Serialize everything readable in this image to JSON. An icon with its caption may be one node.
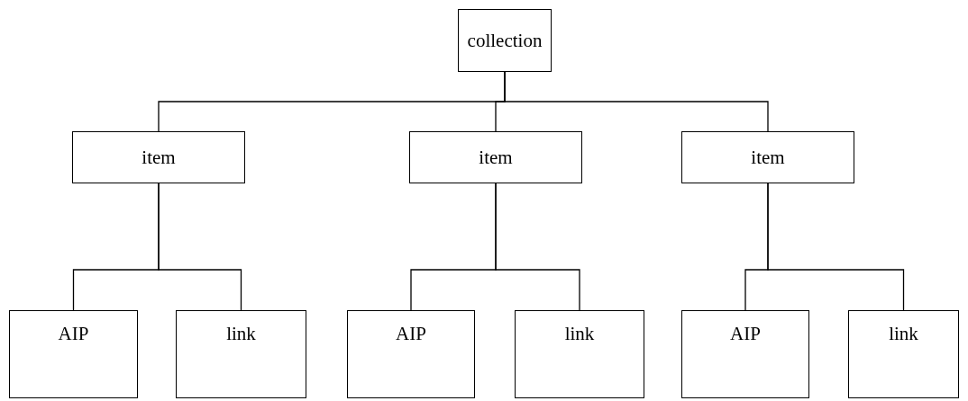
{
  "diagram": {
    "nodes": [
      {
        "text": [
          "collection"
        ]
      },
      {
        "text": [
          "item"
        ]
      },
      {
        "text": [
          "item"
        ]
      },
      {
        "text": [
          "item"
        ]
      },
      {
        "text": [
          "AIP"
        ]
      },
      {
        "text": [
          "link"
        ]
      },
      {
        "text": [
          "AIP"
        ]
      },
      {
        "text": [
          "link"
        ]
      },
      {
        "text": [
          "AIP"
        ]
      },
      {
        "text": [
          "link"
        ]
      }
    ],
    "edges": [
      {
        "from": 0,
        "to": 1,
        "arrow": "none"
      },
      {
        "from": 0,
        "to": 2,
        "arrow": "none"
      },
      {
        "from": 0,
        "to": 3,
        "arrow": "none"
      },
      {
        "from": 1,
        "to": 4,
        "arrow": "none"
      },
      {
        "from": 1,
        "to": 5,
        "arrow": "none"
      },
      {
        "from": 2,
        "to": 6,
        "arrow": "none"
      },
      {
        "from": 2,
        "to": 7,
        "arrow": "none"
      },
      {
        "from": 3,
        "to": 8,
        "arrow": "none"
      },
      {
        "from": 3,
        "to": 9,
        "arrow": "none"
      }
    ]
  }
}
